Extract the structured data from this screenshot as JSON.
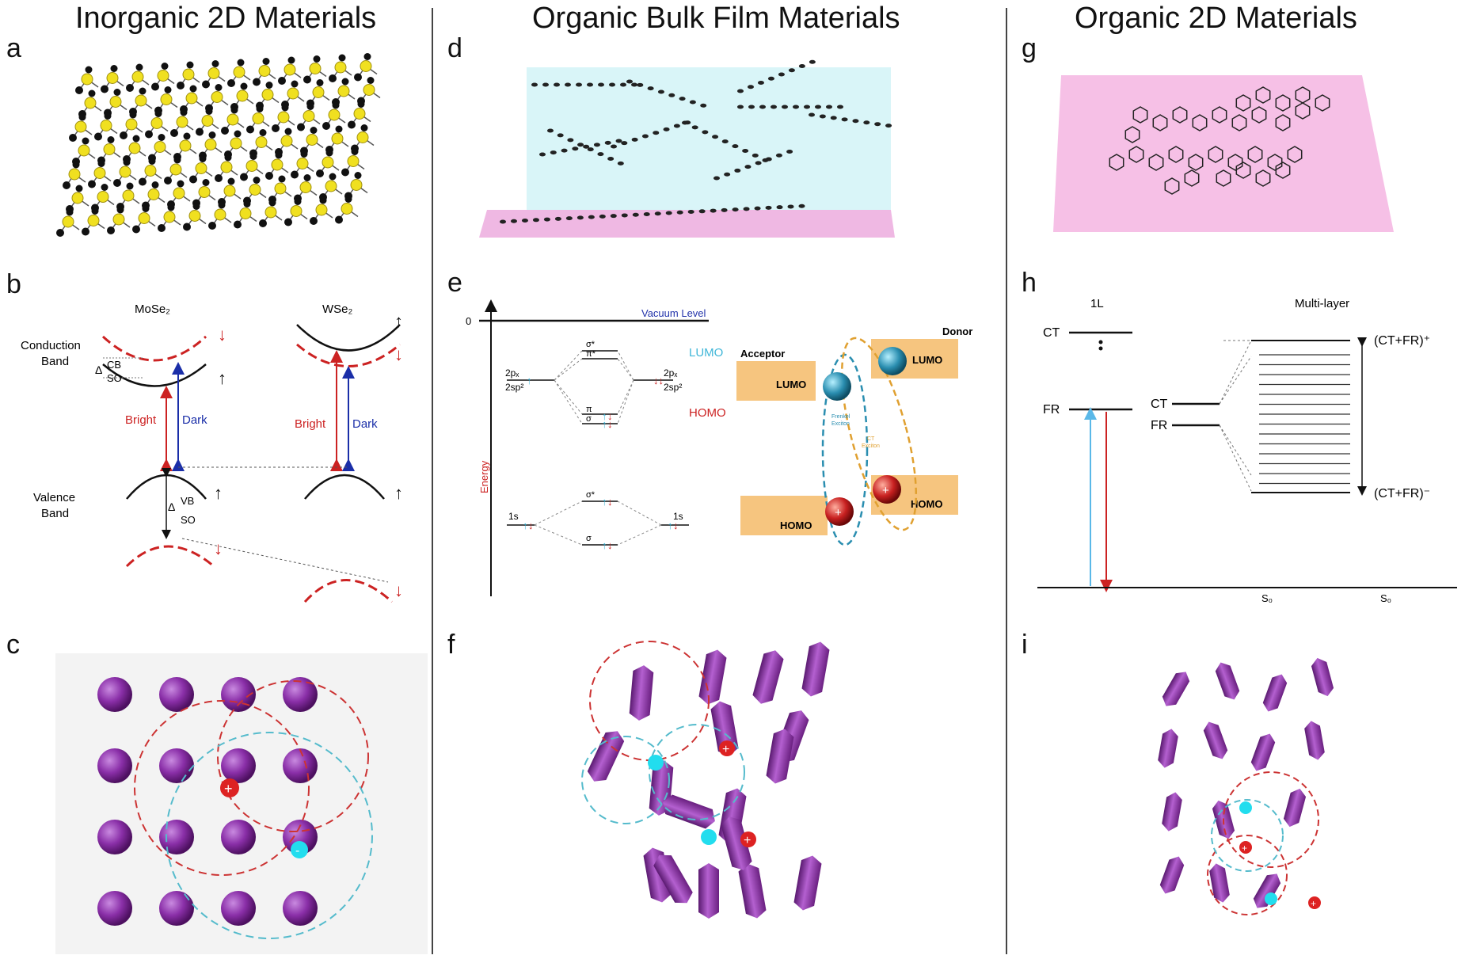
{
  "columns": [
    {
      "title": "Inorganic 2D Materials",
      "panels": [
        "a",
        "b",
        "c"
      ]
    },
    {
      "title": "Organic Bulk Film Materials",
      "panels": [
        "d",
        "e",
        "f"
      ]
    },
    {
      "title": "Organic 2D Materials",
      "panels": [
        "g",
        "h",
        "i"
      ]
    }
  ],
  "panel_b": {
    "material_1": "MoSe₂",
    "material_2": "WSe₂",
    "conduction_band": [
      "Conduction",
      "Band"
    ],
    "valence_band": [
      "Valence",
      "Band"
    ],
    "delta": "Δ",
    "cb_sup": "CB",
    "so_sub": "SO",
    "vb_sup": "VB",
    "bright": "Bright",
    "dark": "Dark",
    "colors": {
      "bright": "#cc2222",
      "dark": "#1a2ea8",
      "dashed": "#cc2222"
    }
  },
  "panel_e": {
    "zero": "0",
    "vacuum_level": "Vacuum Level",
    "energy": "Energy",
    "lumo_label": "LUMO",
    "homo_label": "HOMO",
    "orb_2p": "2pₓ",
    "orb_2sp": "2sp²",
    "orb_1s": "1s",
    "sigma_star": "σ*",
    "pi_star": "π*",
    "pi": "π",
    "sigma": "σ",
    "acceptor": "Acceptor",
    "donor": "Donor",
    "lumo": "LUMO",
    "homo": "HOMO",
    "frenkel": [
      "Frenkel",
      "Exciton"
    ],
    "ct": [
      "CT",
      "Exciton"
    ],
    "colors": {
      "box": "#f6c57f",
      "lumo_text": "#3fb6d8",
      "homo_text": "#cc2222",
      "energy_text": "#cc2222",
      "vacuum_text": "#2233aa"
    }
  },
  "panel_h": {
    "one_layer": "1L",
    "multi_layer": "Multi-layer",
    "ct": "CT",
    "fr": "FR",
    "ct_fr_top": "(CT+FR)⁺",
    "ct_fr_bottom": "(CT+FR)⁻",
    "s0": "S₀",
    "colors": {
      "up_arrow": "#5ab8e8",
      "down_arrow": "#cc2222"
    }
  }
}
